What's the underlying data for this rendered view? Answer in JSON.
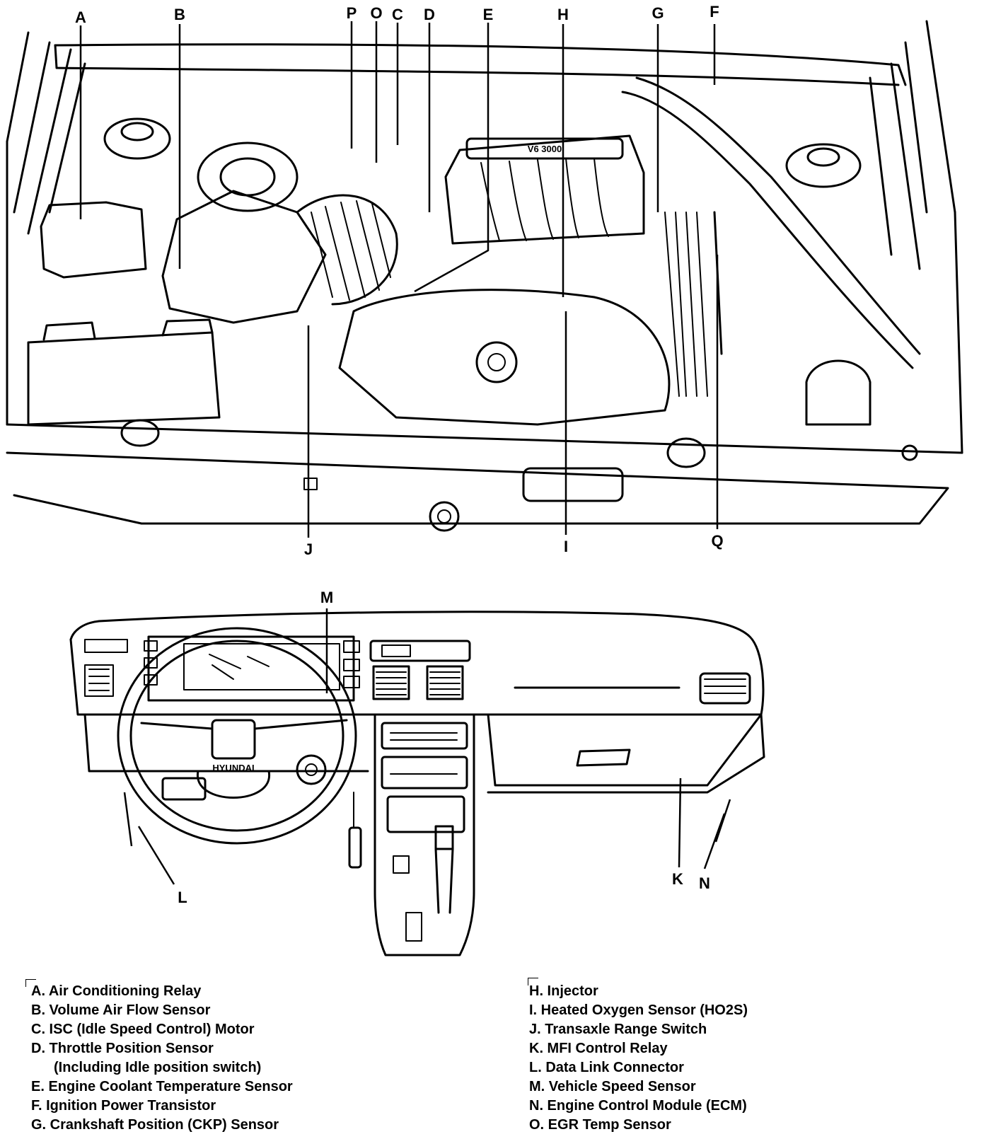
{
  "engine_callouts": {
    "A": "A",
    "B": "B",
    "C": "C",
    "D": "D",
    "E": "E",
    "F": "F",
    "G": "G",
    "H": "H",
    "I": "I",
    "J": "J",
    "O": "O",
    "P": "P",
    "Q": "Q"
  },
  "engine_plate": "V6 3000",
  "dash_callouts": {
    "K": "K",
    "L": "L",
    "M": "M",
    "N": "N"
  },
  "dash_badge": "HYUNDAI",
  "legend_left": [
    "A.  Air Conditioning Relay",
    "B.  Volume Air Flow Sensor",
    "C.  ISC (Idle Speed Control) Motor",
    "D. Throttle Position Sensor",
    "(Including Idle position switch)",
    "E.  Engine Coolant Temperature Sensor",
    "F.  Ignition Power Transistor",
    "G.  Crankshaft Position (CKP) Sensor"
  ],
  "legend_right": [
    "H.  Injector",
    "I.  Heated Oxygen Sensor (HO2S)",
    "J. Transaxle Range Switch",
    "K. MFI Control Relay",
    "L.  Data Link Connector",
    "M.  Vehicle Speed Sensor",
    "N.  Engine Control Module (ECM)",
    "O.  EGR Temp Sensor"
  ]
}
